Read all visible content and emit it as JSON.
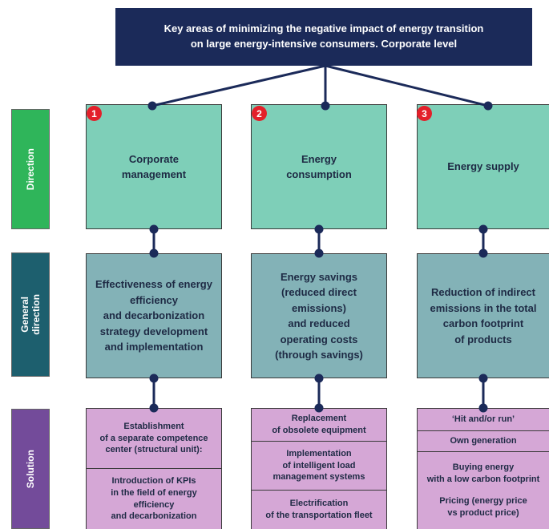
{
  "title": {
    "line1": "Key areas of minimizing the negative impact of energy transition",
    "line2": "on large energy-intensive consumers. Corporate level"
  },
  "row_labels": {
    "direction": "Direction",
    "general_line1": "General",
    "general_line2": "direction",
    "solution": "Solution"
  },
  "columns": [
    {
      "number": "1",
      "direction": [
        "Corporate",
        "management"
      ],
      "general": [
        "Effectiveness of energy",
        "efficiency",
        "and decarbonization",
        "strategy development",
        "and implementation"
      ],
      "solutions": [
        [
          "Establishment",
          "of a separate competence",
          "center (structural unit):"
        ],
        [
          "Introduction of KPIs",
          "in the field of energy",
          "efficiency",
          "and decarbonization"
        ]
      ]
    },
    {
      "number": "2",
      "direction": [
        "Energy",
        "consumption"
      ],
      "general": [
        "Energy savings",
        "(reduced direct",
        "emissions)",
        "and reduced",
        "operating costs",
        "(through savings)"
      ],
      "solutions": [
        [
          "Replacement",
          "of obsolete equipment"
        ],
        [
          "Implementation",
          "of intelligent load",
          "management systems"
        ],
        [
          "Electrification",
          "of the transportation fleet"
        ]
      ]
    },
    {
      "number": "3",
      "direction": [
        "Energy supply"
      ],
      "general": [
        "Reduction of indirect",
        "emissions in the total",
        "carbon footprint",
        "of products"
      ],
      "solutions": [
        [
          "‘Hit and/or run’"
        ],
        [
          "Own generation"
        ],
        [
          "Buying energy",
          "with a low carbon footprint"
        ],
        [
          "Pricing (energy price",
          "vs product price)"
        ]
      ]
    }
  ],
  "colors": {
    "title_bg": "#1b2a59",
    "direction_fill": "#7ecfb8",
    "general_fill": "#83b2b7",
    "solution_fill": "#d5a7d6",
    "badge": "#e3202a",
    "connector": "#1b2a59"
  }
}
